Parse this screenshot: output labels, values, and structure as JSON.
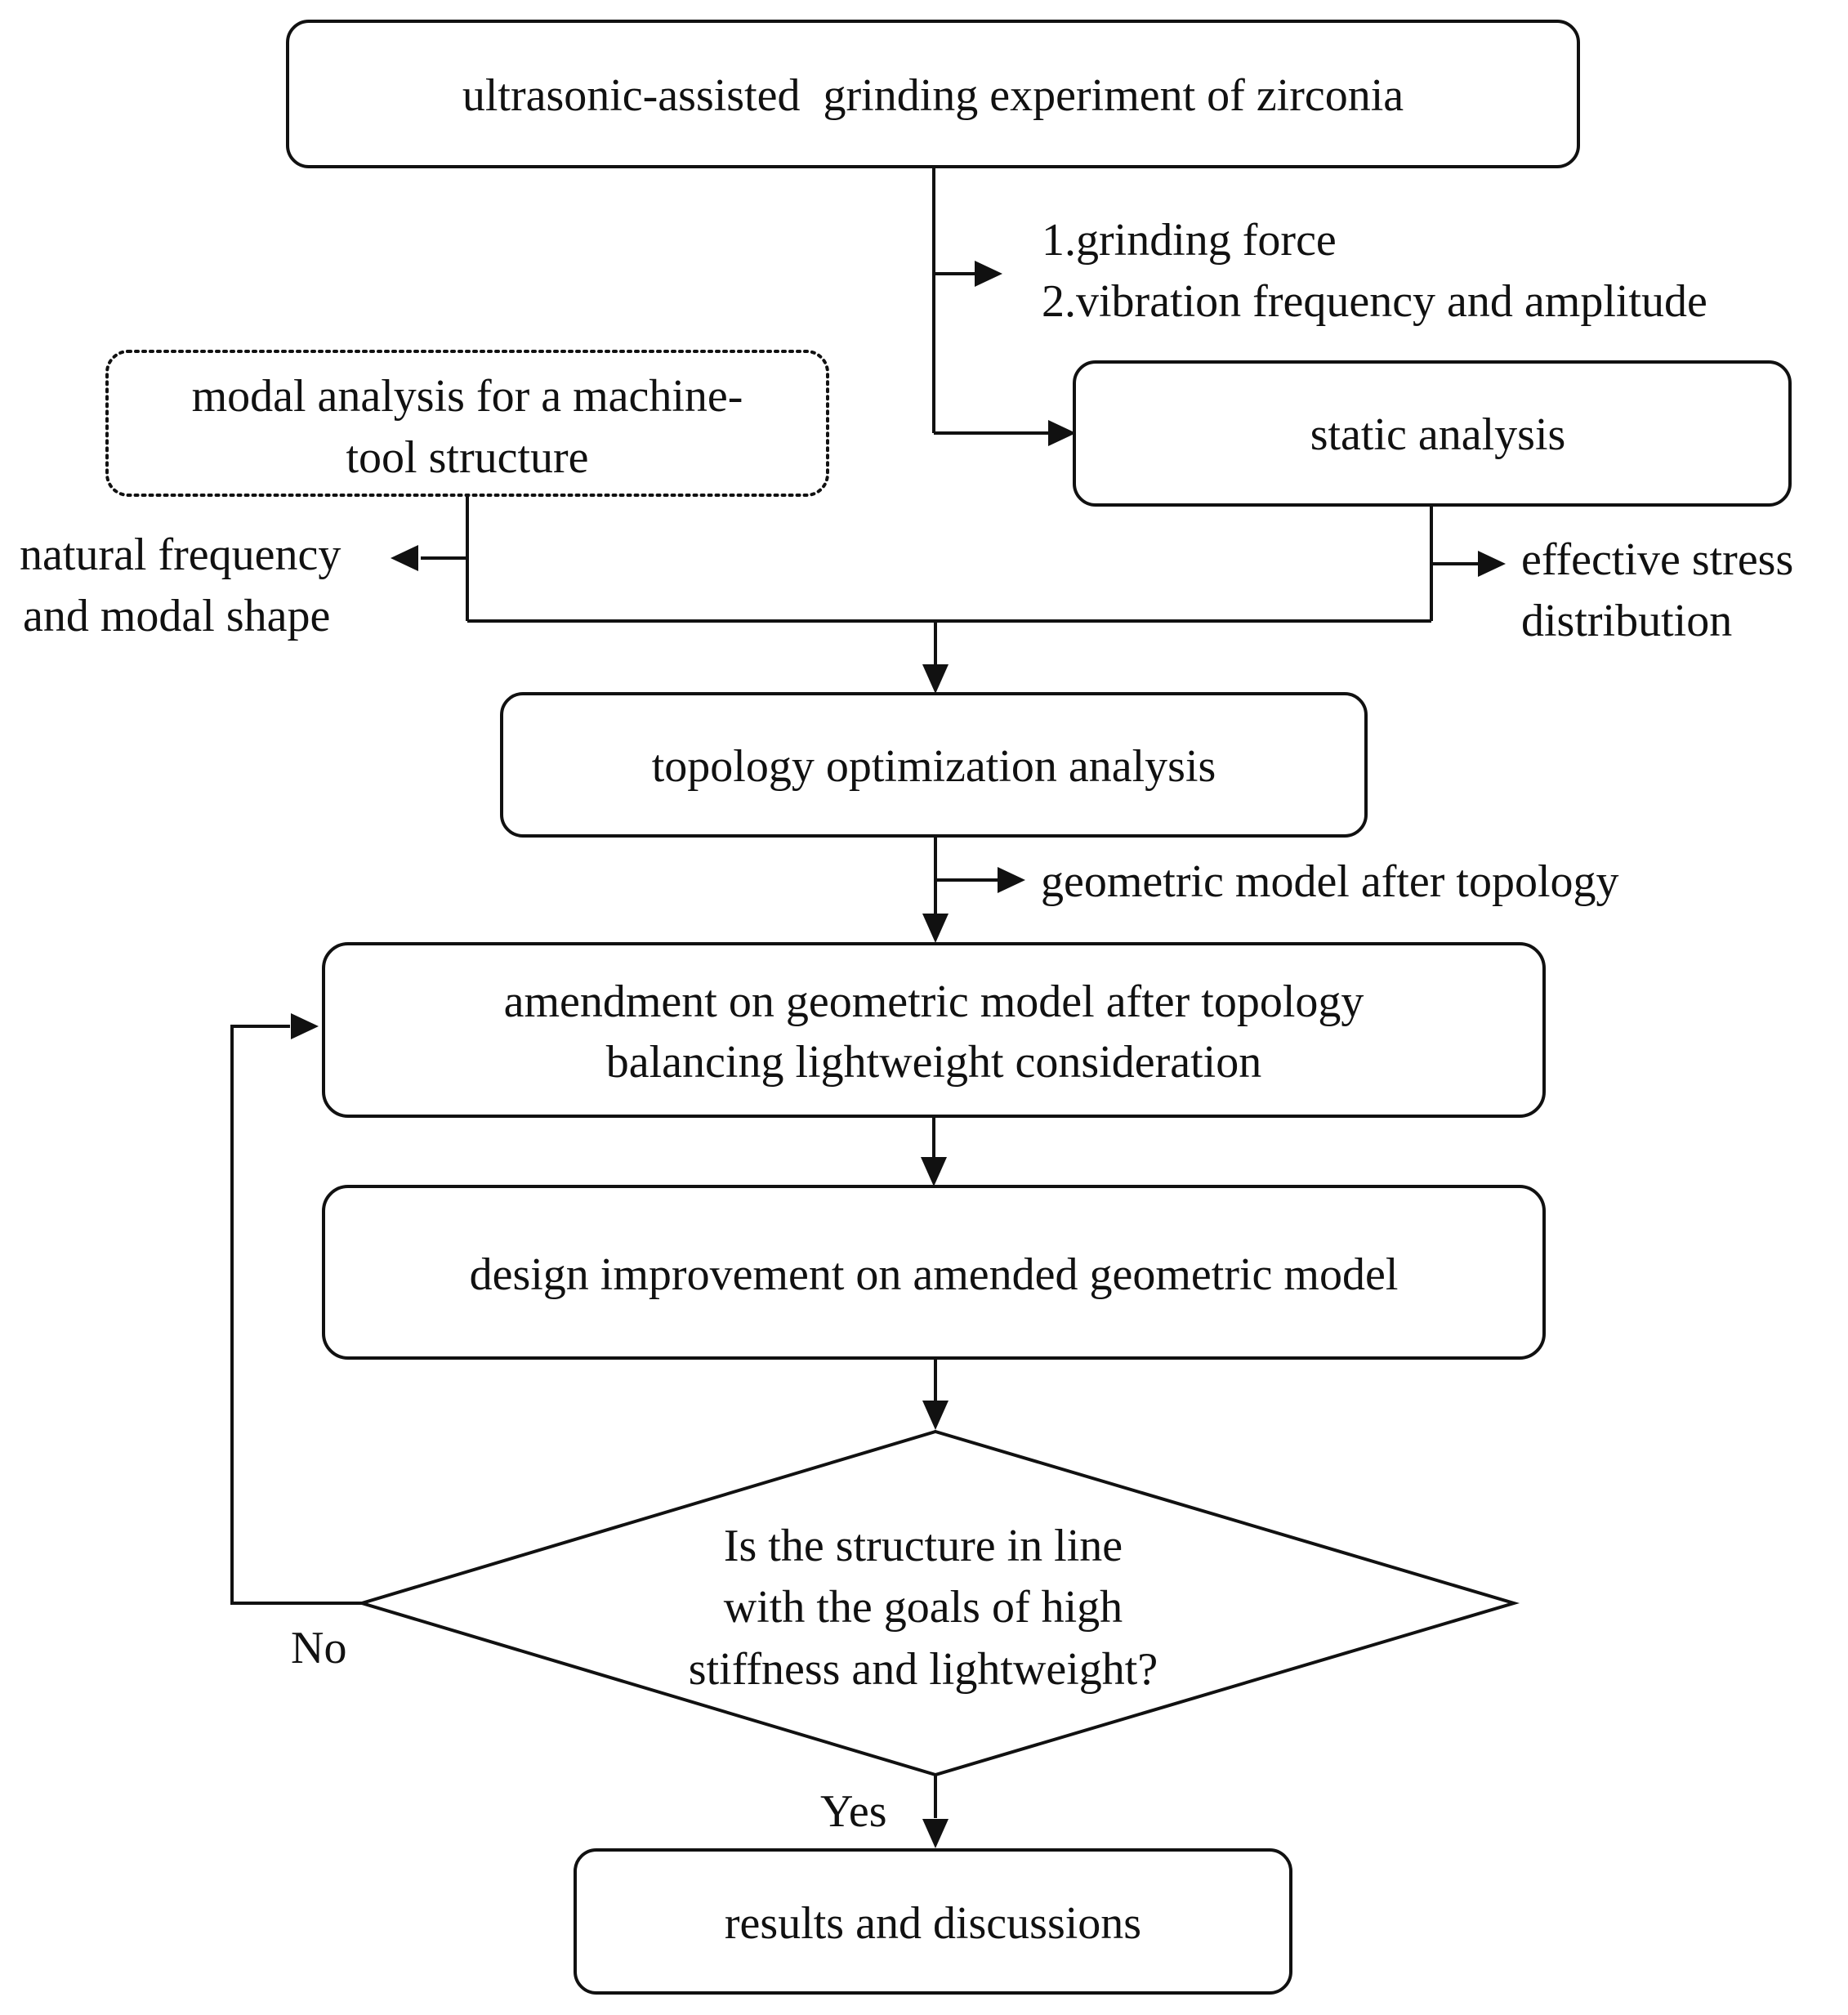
{
  "nodes": {
    "experiment": "ultrasonic-assisted  grinding experiment of zirconia",
    "modal": [
      "modal analysis for a machine-",
      "tool structure"
    ],
    "static": "static analysis",
    "topology": "topology optimization analysis",
    "amendment": [
      "amendment on geometric model after topology",
      "balancing lightweight consideration"
    ],
    "design": "design improvement on amended geometric model",
    "decision": [
      "Is the structure in line",
      "with the goals of high",
      "stiffness and lightweight?"
    ],
    "results": "results and discussions"
  },
  "outputs": {
    "experiment": [
      "1.grinding force",
      "2.vibration frequency and amplitude"
    ],
    "modal": [
      "natural frequency",
      "and modal shape"
    ],
    "static": [
      "effective stress",
      "distribution"
    ],
    "topology": "geometric model after topology"
  },
  "branches": {
    "no": "No",
    "yes": "Yes"
  },
  "colors": {
    "stroke": "#111111",
    "background": "#ffffff"
  }
}
